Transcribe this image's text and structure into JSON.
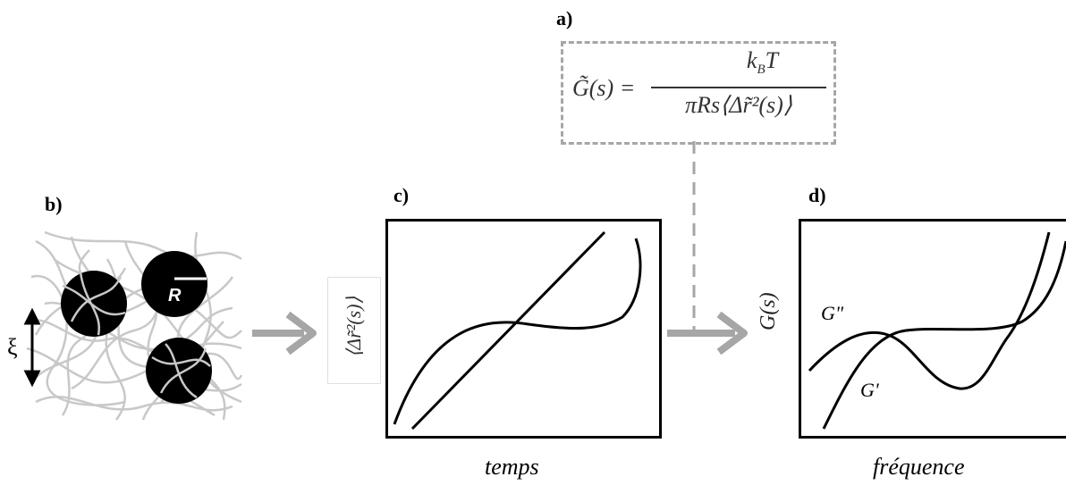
{
  "labels": {
    "a": "a)",
    "b": "b)",
    "c": "c)",
    "d": "d)"
  },
  "formula": {
    "lhs": "G̃(s) =",
    "numerator": "k",
    "numerator_sub": "B",
    "numerator_tail": "T",
    "denominator": "πRs⟨Δr̃²(s)⟩"
  },
  "panel_b": {
    "radius_label": "R",
    "mesh_label": "ξ"
  },
  "panel_c": {
    "ylabel": "⟨Δr̃²(s)⟩",
    "xlabel": "temps"
  },
  "panel_d": {
    "ylabel": "G(s)",
    "xlabel": "fréquence",
    "curve_g2": "G\"",
    "curve_g1": "G'"
  },
  "colors": {
    "arrow": "#a6a6a6",
    "dash": "#a6a6a6",
    "fiber": "#c8c8c8",
    "ink": "#000000"
  }
}
